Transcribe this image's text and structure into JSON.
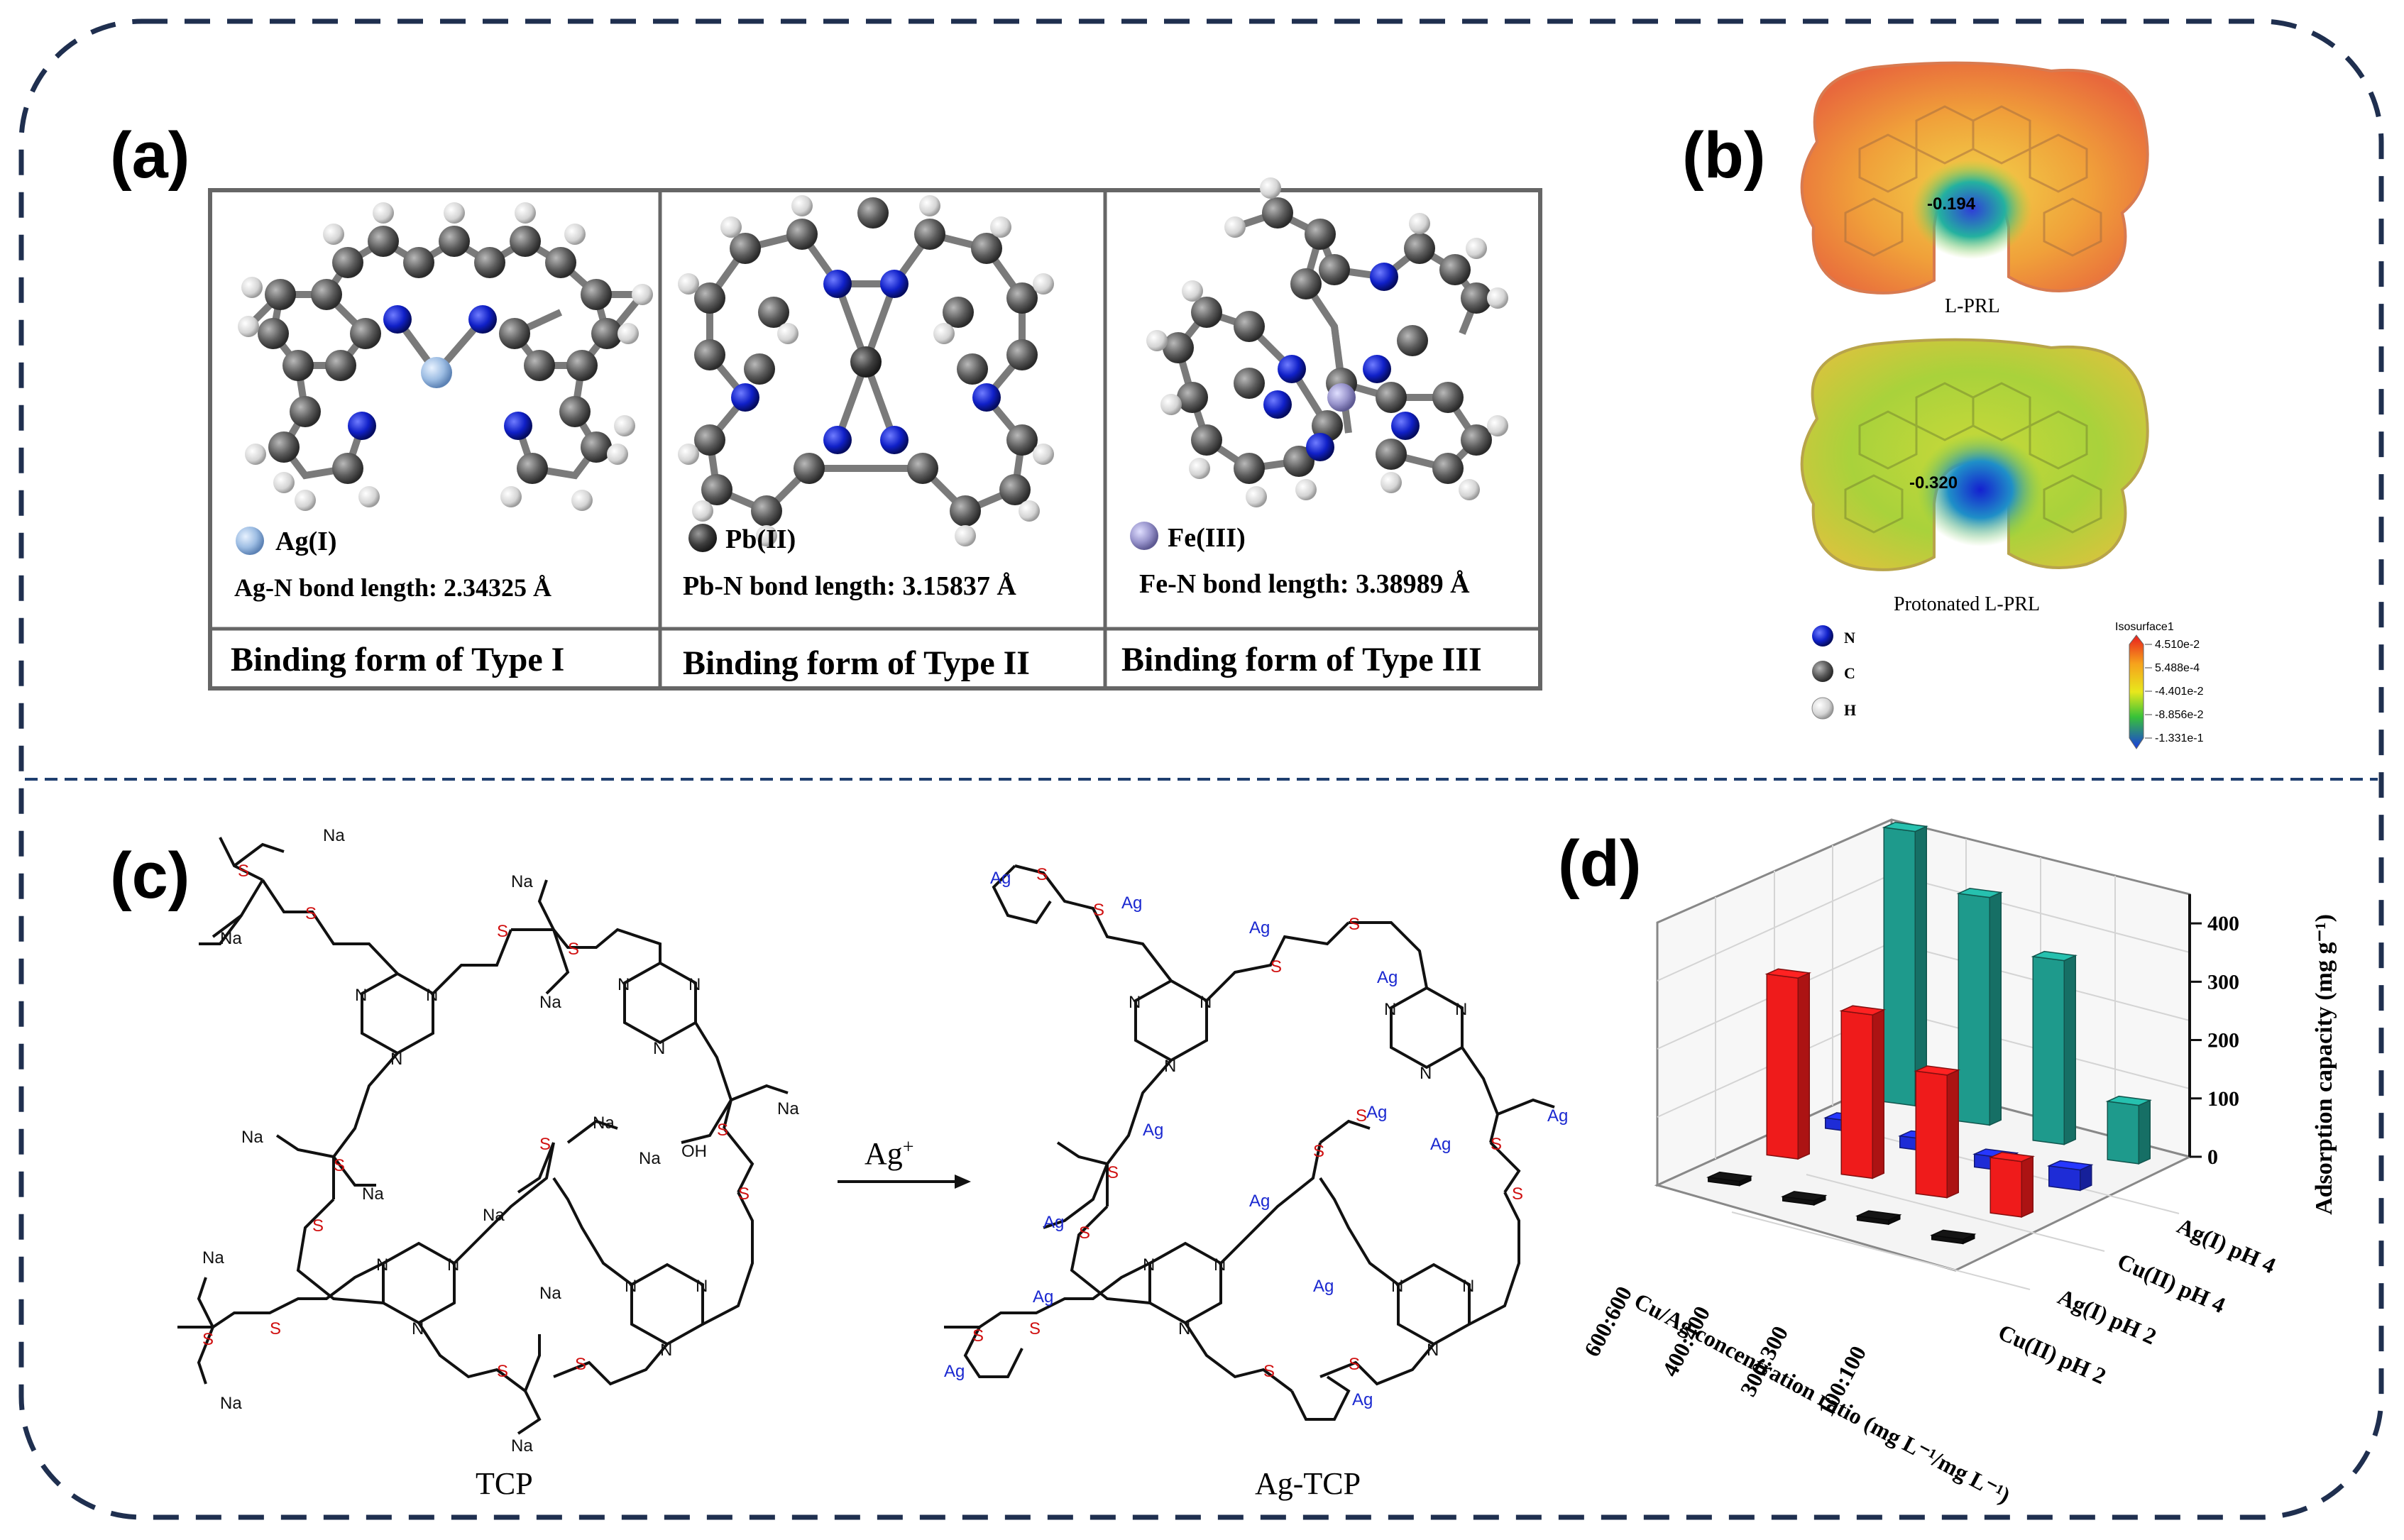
{
  "panels": {
    "a": {
      "label": "(a)",
      "boxes": [
        {
          "metal": "Ag(I)",
          "bond": "Ag-N bond length: 2.34325 Å",
          "type": "Binding form of Type I",
          "metal_color": "#a9c6e8"
        },
        {
          "metal": "Pb(II)",
          "bond": "Pb-N bond length: 3.15837 Å",
          "type": "Binding form of Type II",
          "metal_color": "#4b4b4b"
        },
        {
          "metal": "Fe(III)",
          "bond": "Fe-N bond length: 3.38989 Å",
          "type": "Binding form of Type III",
          "metal_color": "#9a97c9"
        }
      ]
    },
    "b": {
      "label": "(b)",
      "top_value": "-0.194",
      "top_caption": "L-PRL",
      "bottom_value": "-0.320",
      "bottom_caption": "Protonated L-PRL",
      "legend": [
        {
          "symbol": "N",
          "color": "#1f2fd0"
        },
        {
          "symbol": "C",
          "color": "#6f6f6f"
        },
        {
          "symbol": "H",
          "color": "#e8e8e8"
        }
      ],
      "scale_title": "Isosurface1",
      "scale_ticks": [
        "4.510e-2",
        "5.488e-4",
        "-4.401e-2",
        "-8.856e-2",
        "-1.331e-1"
      ]
    },
    "c": {
      "label": "(c)",
      "left_caption": "TCP",
      "right_caption": "Ag-TCP",
      "arrow_label": "Ag",
      "arrow_sup": "+"
    },
    "d": {
      "label": "(d)"
    }
  },
  "chart_data": {
    "type": "bar",
    "title": "",
    "categories": [
      "600:600",
      "400:400",
      "300:300",
      "100:100"
    ],
    "xlabel": "Cu/Ag concentration ratio (mg L⁻¹/mg L⁻¹)",
    "zlabel": "Adsorption capacity (mg g⁻¹)",
    "zlim": [
      0,
      450
    ],
    "ticks": [
      0,
      100,
      200,
      300,
      400
    ],
    "tick_labels": [
      "0",
      "100",
      "200",
      "300",
      "400"
    ],
    "series": [
      {
        "name": "Ag(I) pH 4",
        "color": "#1e9a8c",
        "values": [
          470,
          390,
          315,
          100
        ]
      },
      {
        "name": "Cu(II) pH 4",
        "color": "#1e2cd6",
        "values": [
          18,
          20,
          22,
          35
        ]
      },
      {
        "name": "Ag(I) pH 2",
        "color": "#ef1b1b",
        "values": [
          310,
          280,
          210,
          95
        ]
      },
      {
        "name": "Cu(II) pH 2",
        "color": "#111111",
        "values": [
          5,
          5,
          5,
          5
        ]
      }
    ]
  }
}
